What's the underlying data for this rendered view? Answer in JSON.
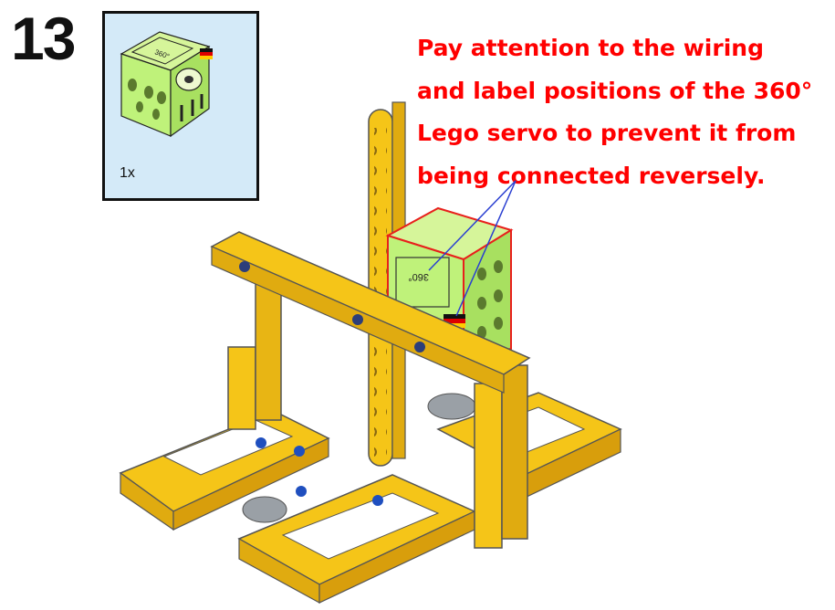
{
  "step": {
    "number": "13"
  },
  "parts_list": {
    "quantity": "1x",
    "part_icon": "lego-360-servo-icon",
    "servo_label": "360°"
  },
  "note": {
    "lines": [
      "Pay attention to the wiring",
      "and label positions of the 360°",
      "Lego servo to prevent it from",
      "being connected reversely."
    ]
  },
  "colors": {
    "note_text": "#ff0000",
    "servo_body": "#bff27a",
    "beam": "#f5c518",
    "pin_dark": "#2c3e7a",
    "highlight_outline": "#e8201c",
    "pointer_line": "#2a3fd1"
  }
}
